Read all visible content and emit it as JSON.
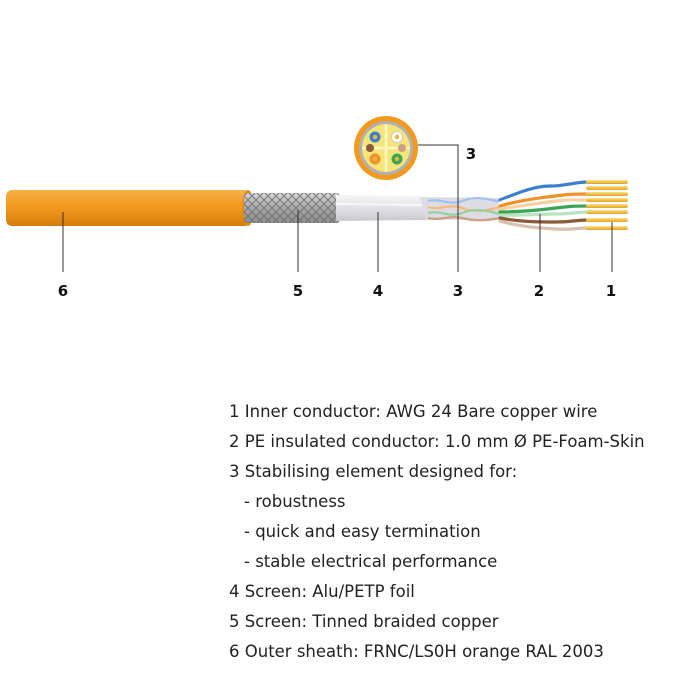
{
  "callouts": {
    "c1": "1",
    "c2": "2",
    "c3": "3",
    "c3_top": "3",
    "c4": "4",
    "c5": "5",
    "c6": "6"
  },
  "legend": {
    "item1": "1 Inner conductor: AWG 24 Bare copper wire",
    "item2": "2 PE insulated conductor: 1.0 mm Ø PE-Foam-Skin",
    "item3": "3 Stabilising element designed for:",
    "item3_sub1": "- robustness",
    "item3_sub2": "- quick and easy termination",
    "item3_sub3": "- stable electrical performance",
    "item4": "4 Screen: Alu/PETP foil",
    "item5": "5 Screen: Tinned braided copper",
    "item6": "6 Outer sheath: FRNC/LS0H orange RAL 2003"
  },
  "colors": {
    "sheath": "#f39a1e",
    "sheath_dark": "#d97e0c",
    "braid": "#b9b9b9",
    "foil": "#e6e6ea",
    "copper": "#f2b636",
    "pair_blue": "#3a7fd0",
    "pair_orange": "#f0922a",
    "pair_green": "#3aa655",
    "pair_brown": "#8a5a3a",
    "leader": "#333333"
  }
}
